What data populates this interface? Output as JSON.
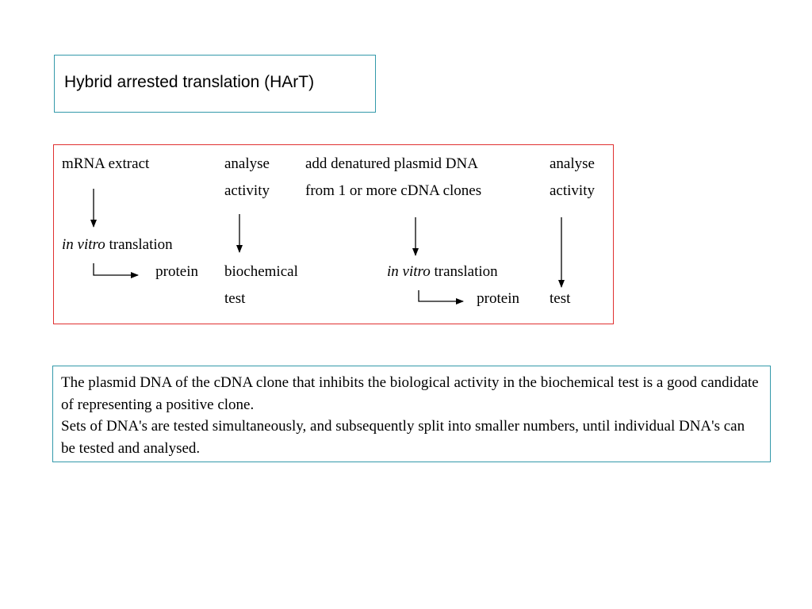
{
  "title": "Hybrid arrested translation (HArT)",
  "diagram": {
    "col1": {
      "mrna": "mRNA extract",
      "invitro_italic": "in vitro",
      "invitro_rest": " translation",
      "protein": "protein"
    },
    "col2": {
      "analyse": "analyse",
      "activity": "activity",
      "biochemical": "biochemical",
      "test": "test"
    },
    "col3": {
      "add": "add denatured plasmid DNA",
      "from": "from 1 or more cDNA clones",
      "invitro_italic": "in vitro",
      "invitro_rest": " translation",
      "protein": "protein"
    },
    "col4": {
      "analyse": "analyse",
      "activity": "activity",
      "test": "test"
    }
  },
  "note": {
    "line1": "The plasmid DNA of the cDNA clone that inhibits the biological activity in the biochemical test is a good candidate of representing a positive clone.",
    "line2": "Sets of DNA's are tested simultaneously, and subsequently split into smaller numbers, until individual DNA's can be tested and analysed."
  }
}
